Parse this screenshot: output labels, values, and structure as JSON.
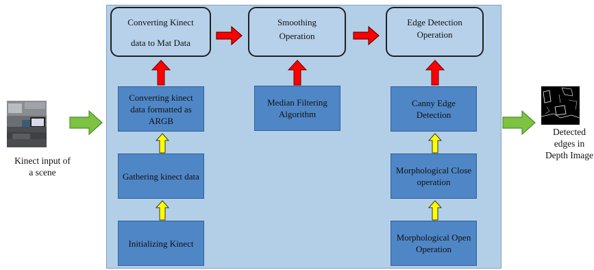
{
  "input": {
    "caption_line1": "Kinect input of",
    "caption_line2": "a scene"
  },
  "output": {
    "caption_line1": "Detected",
    "caption_line2": "edges in",
    "caption_line3": "Depth Image"
  },
  "top_row": [
    {
      "line1": "Converting Kinect",
      "line2": "data to Mat Data"
    },
    {
      "line1": "Smoothing",
      "line2": "Operation"
    },
    {
      "line1": "Edge Detection",
      "line2": "Operation"
    }
  ],
  "left_column": [
    {
      "label": "Converting kinect data formatted as ARGB"
    },
    {
      "label": "Gathering kinect data"
    },
    {
      "label": "Initializing Kinect"
    }
  ],
  "middle_column": [
    {
      "label": "Median Filtering Algorithm"
    }
  ],
  "right_column": [
    {
      "label": "Canny Edge Detection"
    },
    {
      "label": "Morphological Close operation"
    },
    {
      "label": "Morphological Open Operation"
    }
  ],
  "colors": {
    "panel": "#b3cfe8",
    "process_box": "#4f86c6",
    "rounded_box": "#b7d1ea",
    "red_arrow": "#ff0000",
    "yellow_arrow": "#ffff00",
    "green_arrow": "#7dc242"
  }
}
